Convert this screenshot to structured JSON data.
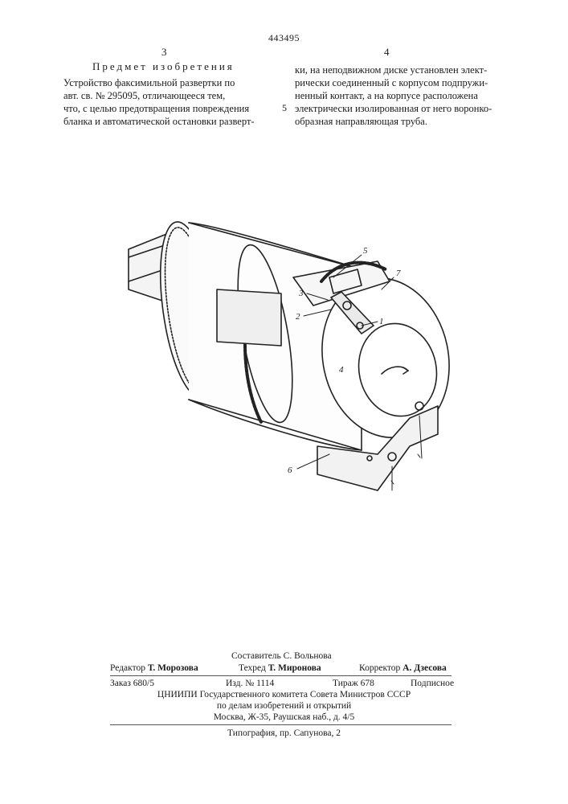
{
  "header": {
    "patent_number": "443495",
    "col_left_number": "3",
    "col_right_number": "4",
    "section_title": "Предмет изобретения"
  },
  "claim": {
    "left_lines": [
      "Устройство факсимильной развертки по",
      "авт. св. № 295095, отличающееся тем,",
      "что, с целью предотвращения повреждения",
      "бланка и автоматической остановки разверт-"
    ],
    "right_lines": [
      "ки, на неподвижном диске установлен элект-",
      "рически соединенный с корпусом подпружи-",
      "ненный контакт, а на корпусе расположена",
      "электрически изолированная от него воронко-",
      "образная направляющая труба."
    ],
    "line_marker": "5"
  },
  "drawing": {
    "labels": [
      "5",
      "7",
      "3",
      "2",
      "1",
      "4",
      "6"
    ]
  },
  "footer": {
    "compiler": "Составитель С. Вольнова",
    "editor_label": "Редактор",
    "editor_name": "Т. Морозова",
    "techred_label": "Техред",
    "techred_name": "Т. Миронова",
    "corrector_label": "Корректор",
    "corrector_name": "А. Дзесова",
    "order": "Заказ 680/5",
    "edition": "Изд. № 1114",
    "circulation": "Тираж 678",
    "subscription": "Подписное",
    "institute_1": "ЦНИИПИ Государственного комитета Совета Министров СССР",
    "institute_2": "по делам изобретений и открытий",
    "address": "Москва, Ж-35, Раушская наб., д. 4/5",
    "printing": "Типография, пр. Сапунова, 2"
  }
}
